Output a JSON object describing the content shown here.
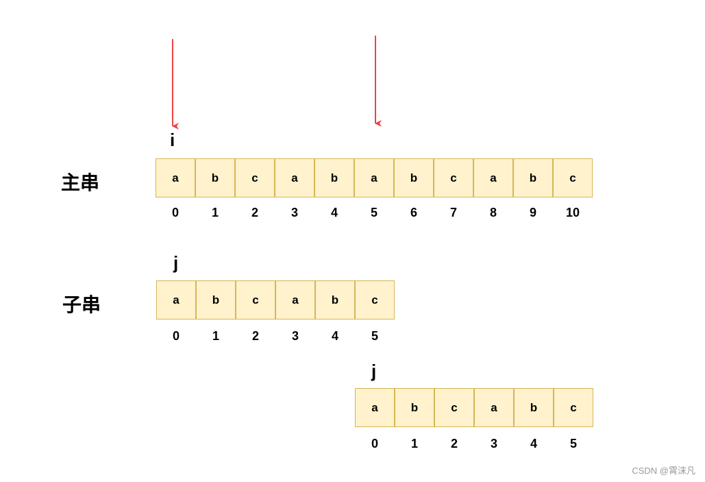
{
  "main_label": "主串",
  "sub_label": "子串",
  "main_chars": [
    "a",
    "b",
    "c",
    "a",
    "b",
    "a",
    "b",
    "c",
    "a",
    "b",
    "c"
  ],
  "main_indices": [
    "0",
    "1",
    "2",
    "3",
    "4",
    "5",
    "6",
    "7",
    "8",
    "9",
    "10"
  ],
  "sub_chars": [
    "a",
    "b",
    "c",
    "a",
    "b",
    "c"
  ],
  "sub_indices": [
    "0",
    "1",
    "2",
    "3",
    "4",
    "5"
  ],
  "pointer_i": "i",
  "pointer_j": "j",
  "pointer_j2": "j",
  "watermark": "CSDN @霄沫凡",
  "colors": {
    "cell_fill": "#fff2cc",
    "cell_border": "#d6b656",
    "arrow": "#f04040"
  }
}
